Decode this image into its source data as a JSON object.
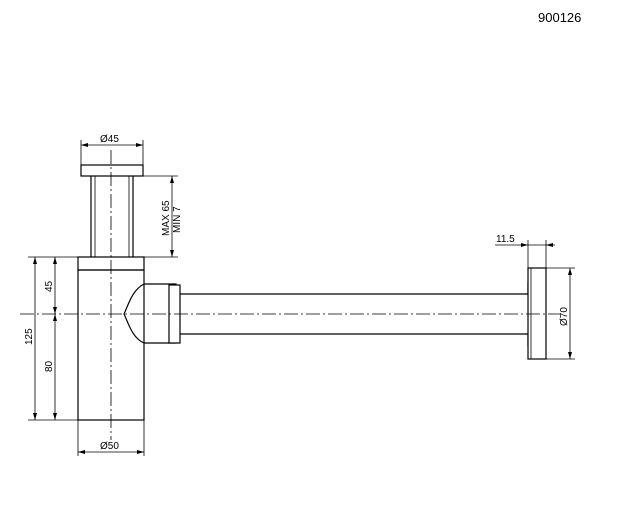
{
  "product_code": "900126",
  "dimensions": {
    "top_diameter": "Ø45",
    "max_height": "MAX 65",
    "min_height": "MIN 7",
    "top_section": "45",
    "total_height": "125",
    "bottom_section": "80",
    "body_diameter": "Ø50",
    "flange_thickness": "11.5",
    "flange_diameter": "Ø70"
  }
}
